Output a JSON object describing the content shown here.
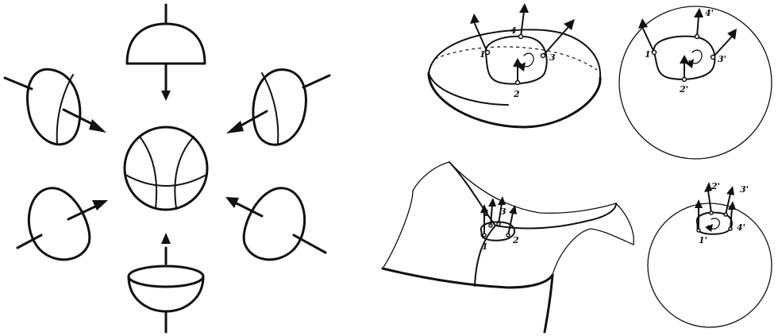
{
  "colors": {
    "ink": "#111111",
    "background": "#ffffff"
  },
  "left_panel": {
    "center": "sphere-with-curved-triangle",
    "pieces": [
      "hemisphere-top",
      "hemisphere-bottom",
      "hemisphere-upper-left",
      "hemisphere-upper-right",
      "hemisphere-lower-left",
      "hemisphere-lower-right"
    ]
  },
  "ellipsoid": {
    "labels": {
      "p1": "1",
      "p2": "2",
      "p3": "3",
      "p4": "4"
    }
  },
  "gauss_sphere_top": {
    "labels": {
      "p1": "1'",
      "p2": "2'",
      "p3": "3'",
      "p4": "4'"
    }
  },
  "saddle": {
    "labels": {
      "p1": "1",
      "p2": "2",
      "p3": "3",
      "p4": "4"
    }
  },
  "gauss_sphere_bottom": {
    "labels": {
      "p1": "1'",
      "p2": "2'",
      "p3": "3'",
      "p4": "4'"
    }
  }
}
